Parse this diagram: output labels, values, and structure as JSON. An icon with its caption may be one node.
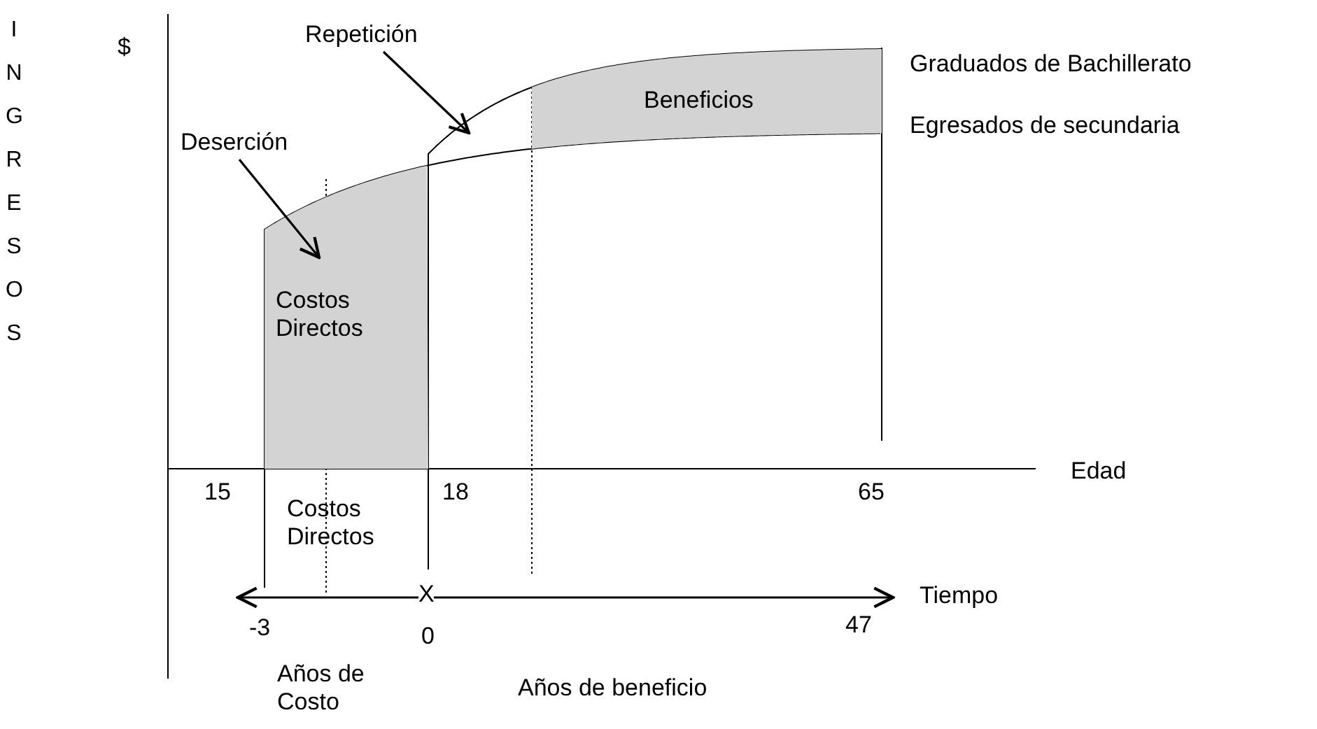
{
  "diagram": {
    "nodes": [
      {
        "text": [
          "Deserción"
        ]
      },
      {
        "text": [
          "Repetición"
        ]
      },
      {
        "text": [
          "Costos Directos"
        ]
      },
      {
        "text": [
          "Beneficios"
        ]
      }
    ],
    "edges": [
      {
        "from": 0,
        "to": 2,
        "arrow": "to"
      },
      {
        "from": 1,
        "to": null,
        "arrow": "to"
      }
    ],
    "labels": [
      "INGRESOS",
      "$",
      "Graduados de Bachillerato",
      "Egresados de secundaria",
      "Edad",
      "15",
      "18",
      "65",
      "Costos Directos",
      "X",
      "Tiempo",
      "-3",
      "0",
      "47",
      "Años de Costo",
      "Años de beneficio"
    ]
  }
}
